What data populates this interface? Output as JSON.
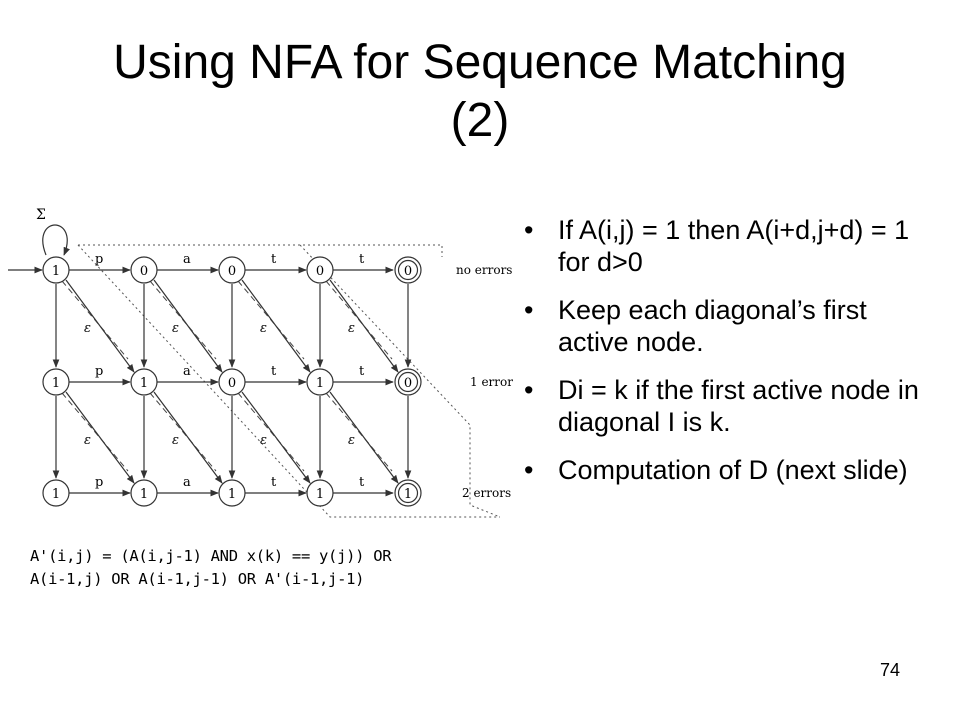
{
  "slide": {
    "title_line1": "Using NFA for Sequence Matching",
    "title_line2": "(2)",
    "bullets": [
      "If A(i,j) = 1 then A(i+d,j+d) = 1 for d>0",
      "Keep each diagonal’s first active node.",
      "Di = k if the first active node in diagonal I is k.",
      "Computation of D (next slide)"
    ],
    "formula_line1": "A'(i,j) = (A(i,j-1) AND x(k) == y(j)) OR",
    "formula_line2": "A(i-1,j) OR A(i-1,j-1) OR A'(i-1,j-1)",
    "page_number": "74"
  },
  "diagram": {
    "sigma_label": "Σ",
    "rows": [
      {
        "label": "no errors",
        "states": [
          "1",
          "0",
          "0",
          "0",
          "0"
        ]
      },
      {
        "label": "1 error",
        "states": [
          "1",
          "1",
          "0",
          "1",
          "0"
        ]
      },
      {
        "label": "2 errors",
        "states": [
          "1",
          "1",
          "1",
          "1",
          "1"
        ]
      }
    ],
    "transition_labels": [
      "p",
      "a",
      "t",
      "t"
    ],
    "epsilon_label": "ε"
  }
}
